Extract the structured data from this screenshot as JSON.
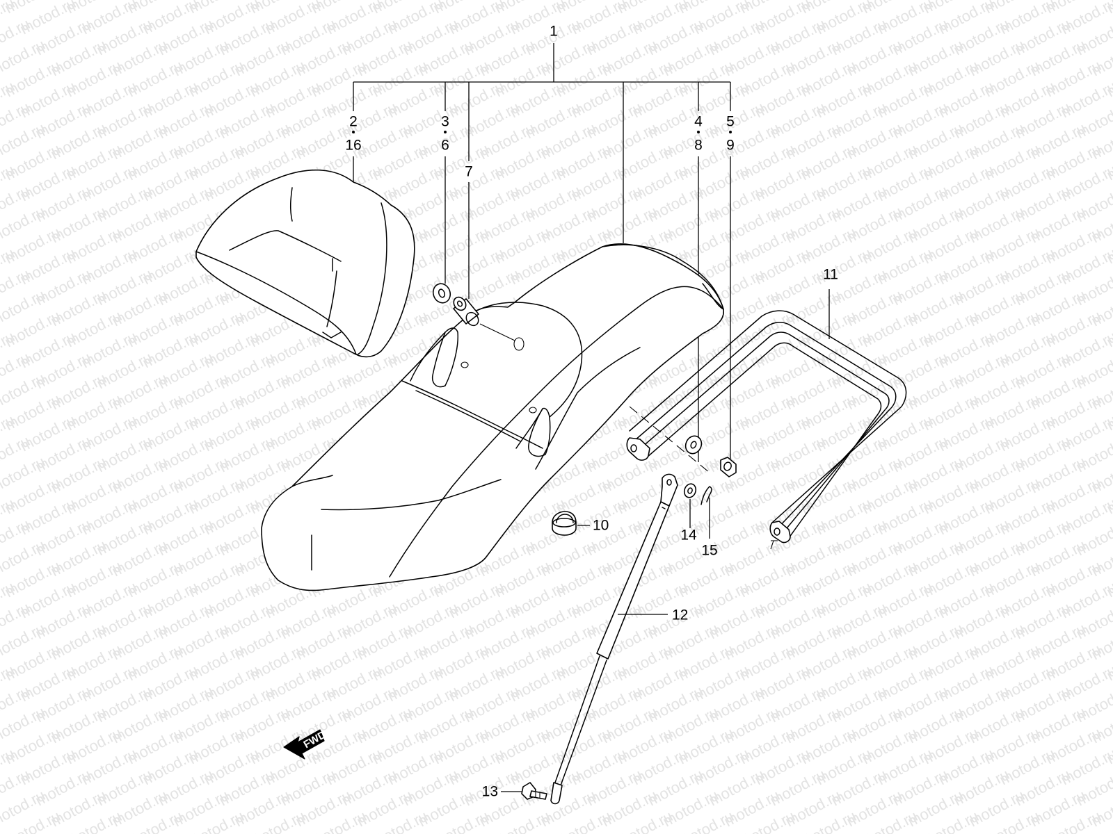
{
  "watermark": {
    "text": "motod.ru",
    "color": "#e3e3e3"
  },
  "callouts": {
    "c1": "1",
    "c2": "2",
    "c16": "16",
    "c3": "3",
    "c6": "6",
    "c7": "7",
    "c4": "4",
    "c8": "8",
    "c5": "5",
    "c9": "9",
    "c10": "10",
    "c11": "11",
    "c12": "12",
    "c13": "13",
    "c14": "14",
    "c15": "15"
  },
  "fwd_label": "FWD",
  "parts_icons": [
    "backrest-cushion-icon",
    "seat-assembly-icon",
    "grommet-icon",
    "spacer-collar-icon",
    "seat-rail-frame-icon",
    "gas-strut-icon",
    "rubber-stopper-icon",
    "bolt-icon",
    "washer-icon",
    "cotter-pin-icon",
    "nut-icon",
    "fwd-arrow-icon"
  ]
}
